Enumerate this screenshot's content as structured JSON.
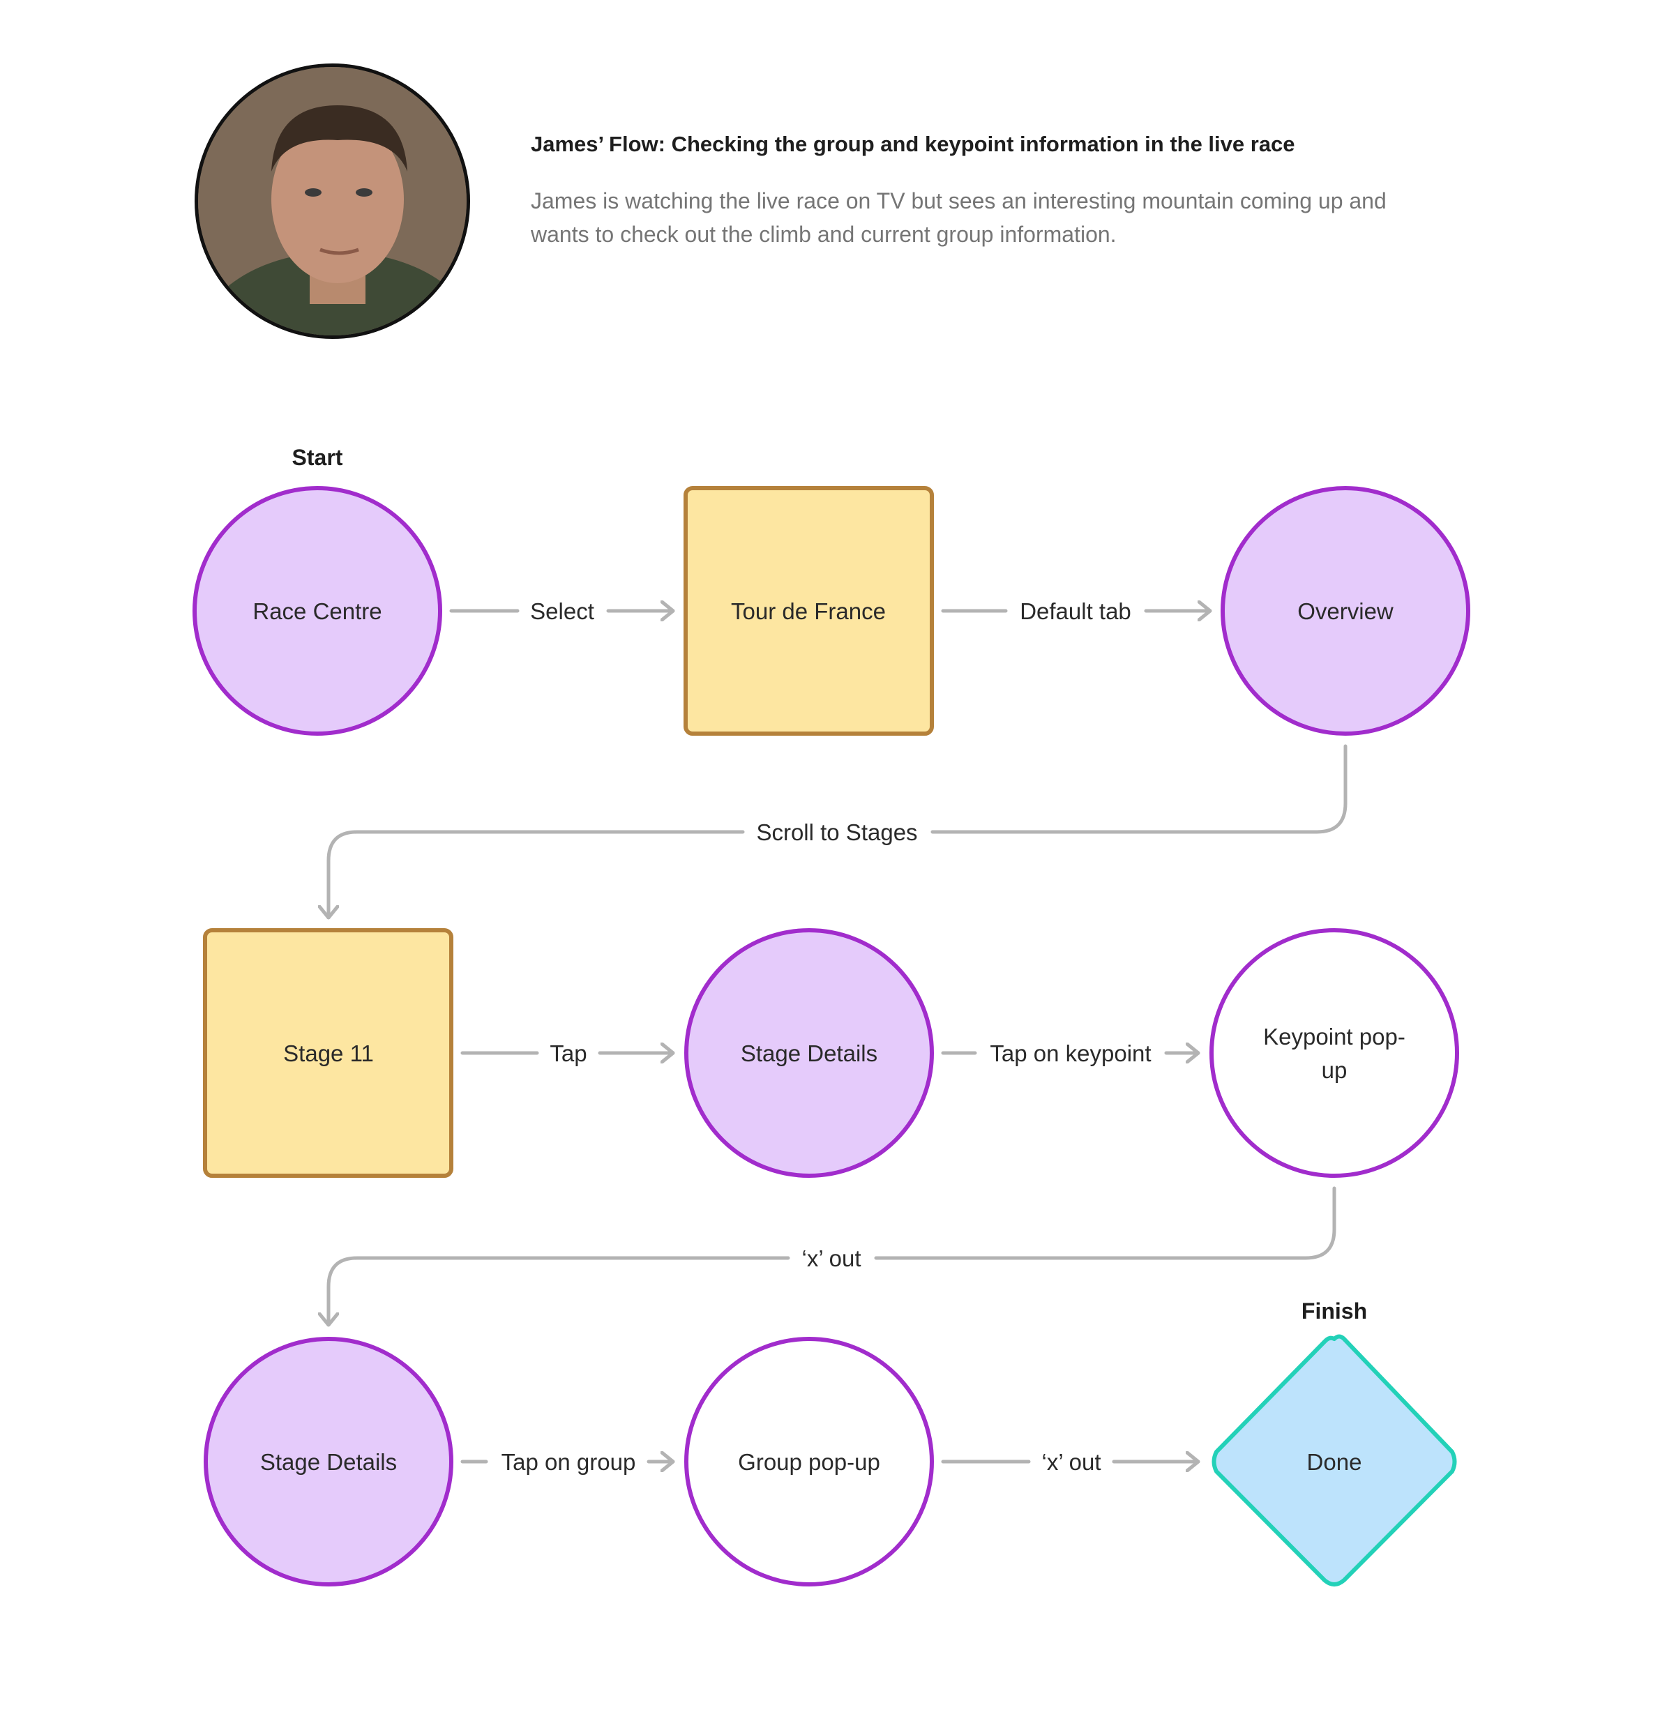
{
  "header": {
    "avatar_icon": "person-photo",
    "title": "James’ Flow: Checking the group and keypoint information in the live race",
    "description": "James is watching the live race on TV but sees an interesting mountain coming up and wants to check out the climb and current group information."
  },
  "colors": {
    "circle_fill": "#e5cbfb",
    "circle_stroke": "#a12ccc",
    "square_fill": "#fde6a1",
    "square_stroke": "#b5813a",
    "diamond_fill": "#bde3fc",
    "diamond_stroke": "#23d1b8",
    "white_fill": "#ffffff",
    "edge": "#b3b3b3"
  },
  "markers": {
    "start": "Start",
    "finish": "Finish"
  },
  "nodes": {
    "race_centre": "Race Centre",
    "tour_de_france": "Tour de France",
    "overview": "Overview",
    "stage_11": "Stage 11",
    "stage_details_1": "Stage Details",
    "keypoint_popup_line1": "Keypoint pop-",
    "keypoint_popup_line2": "up",
    "stage_details_2": "Stage Details",
    "group_popup": "Group pop-up",
    "done": "Done"
  },
  "edges": {
    "select": "Select",
    "default_tab": "Default tab",
    "scroll_to_stages": "Scroll to Stages",
    "tap": "Tap",
    "tap_on_keypoint": "Tap on keypoint",
    "x_out_1": "‘x’ out",
    "tap_on_group": "Tap on group",
    "x_out_2": "‘x’ out"
  }
}
